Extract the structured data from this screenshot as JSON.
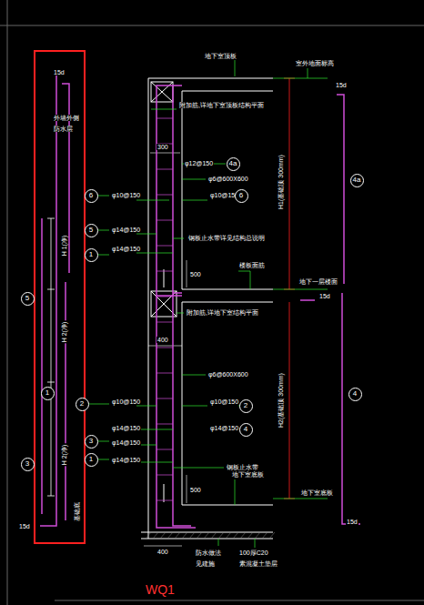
{
  "diagram": {
    "title": "WQ1",
    "nodes": [
      {
        "text": [
          "5"
        ]
      },
      {
        "text": [
          "1"
        ]
      },
      {
        "text": [
          "3"
        ]
      },
      {
        "text": [
          "4a"
        ]
      },
      {
        "text": [
          "6"
        ]
      },
      {
        "text": [
          "6"
        ]
      },
      {
        "text": [
          "5"
        ]
      },
      {
        "text": [
          "1"
        ]
      },
      {
        "text": [
          "2"
        ]
      },
      {
        "text": [
          "2"
        ]
      },
      {
        "text": [
          "4"
        ]
      },
      {
        "text": [
          "3"
        ]
      },
      {
        "text": [
          "1"
        ]
      },
      {
        "text": [
          "4a"
        ]
      },
      {
        "text": [
          "4"
        ]
      }
    ],
    "labels": [
      "15d",
      "H 1(净)",
      "H 2(净)",
      "H 2(净)",
      "15d",
      "基础底",
      "地下室顶板",
      "室外地面标高",
      "15d",
      "附加筋,详地下室顶板结构平面",
      "外墙外侧",
      "防水层",
      "300",
      "φ12@150",
      "φ6@600X600",
      "φ10@150",
      "φ10@150",
      "φ14@150",
      "φ14@150",
      "钢板止水带详见结构总说明",
      "H1(基础顶 300mm)",
      "500",
      "楼板面筋",
      "地下一层楼面",
      "15d",
      "附加筋,详地下室结构平面",
      "400",
      "φ6@600X600",
      "φ10@150",
      "φ10@150",
      "φ14@150",
      "φ14@150",
      "φ14@150",
      "φ14@150",
      "钢板止水带",
      "500",
      "地下室底板",
      "H2(基础顶 300mm)",
      "地下室底板",
      "15d",
      "400",
      "防水做法",
      "见建施",
      "100厚C20",
      "素混凝土垫层"
    ]
  }
}
